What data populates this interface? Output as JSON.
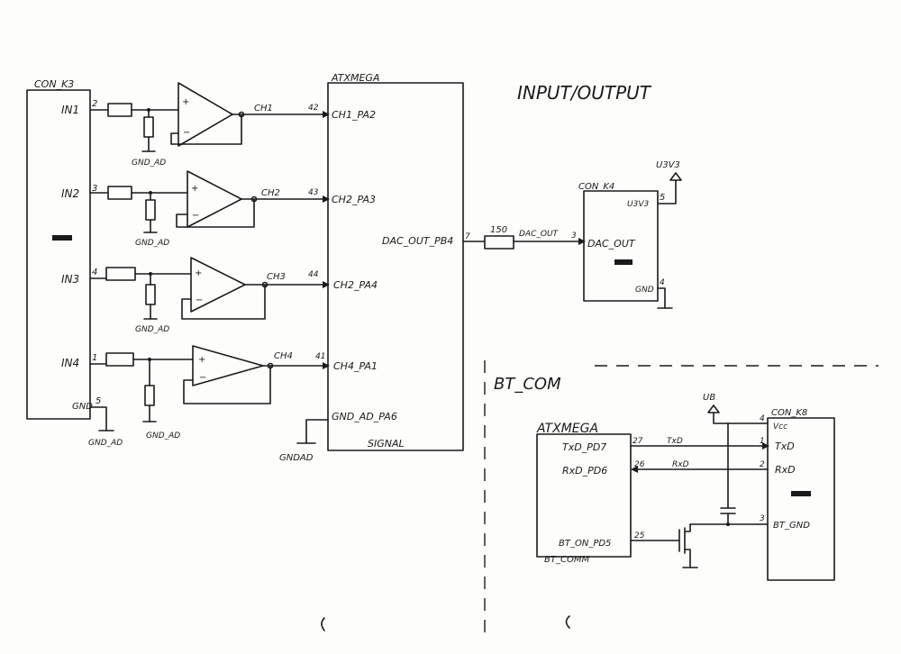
{
  "section_titles": {
    "io": "INPUT/OUTPUT",
    "bt": "BT_COM"
  },
  "con_k3": {
    "name": "CON_K3",
    "pins": [
      {
        "label": "IN1",
        "num": "2"
      },
      {
        "label": "IN2",
        "num": "3"
      },
      {
        "label": "IN3",
        "num": "4"
      },
      {
        "label": "IN4",
        "num": "1"
      },
      {
        "label": "GND",
        "num": "5"
      }
    ],
    "gnd_label": "GND_AD"
  },
  "channels": [
    {
      "net": "CH1",
      "pin_num": "42",
      "pin": "CH1_PA2",
      "gnd": "GND_AD"
    },
    {
      "net": "CH2",
      "pin_num": "43",
      "pin": "CH2_PA3",
      "gnd": "GND_AD"
    },
    {
      "net": "CH3",
      "pin_num": "44",
      "pin": "CH2_PA4",
      "gnd": "GND_AD"
    },
    {
      "net": "CH4",
      "pin_num": "41",
      "pin": "CH4_PA1",
      "gnd": "GND_AD"
    }
  ],
  "atxmega_main": {
    "name": "ATXMEGA",
    "dac_pin": "DAC_OUT_PB4",
    "dac_pin_num": "7",
    "gnd_pin": "GND_AD_PA6",
    "gnd_net": "GNDAD",
    "footer": "SIGNAL"
  },
  "dac": {
    "resistor": "150",
    "net": "DAC_OUT",
    "pin_num": "3"
  },
  "con_k4": {
    "name": "CON_K4",
    "supply": "U3V3",
    "supply_pin": "U3V3",
    "supply_num": "5",
    "dac_pin": "DAC_OUT",
    "gnd_pin": "GND",
    "gnd_num": "4"
  },
  "bt": {
    "mcu_name": "ATXMEGA",
    "mcu_footer": "BT_COMM",
    "txd_pin": "TxD_PD7",
    "txd_num": "27",
    "txd_net": "TxD",
    "rxd_pin": "RxD_PD6",
    "rxd_num": "26",
    "rxd_net": "RxD",
    "on_pin": "BT_ON_PD5",
    "on_num": "25",
    "supply": "UB",
    "con_name": "CON_K8",
    "con_pins": [
      {
        "label": "Vcc",
        "num": "4"
      },
      {
        "label": "TxD",
        "num": "1"
      },
      {
        "label": "RxD",
        "num": "2"
      },
      {
        "label": "BT_GND",
        "num": "3"
      }
    ]
  }
}
